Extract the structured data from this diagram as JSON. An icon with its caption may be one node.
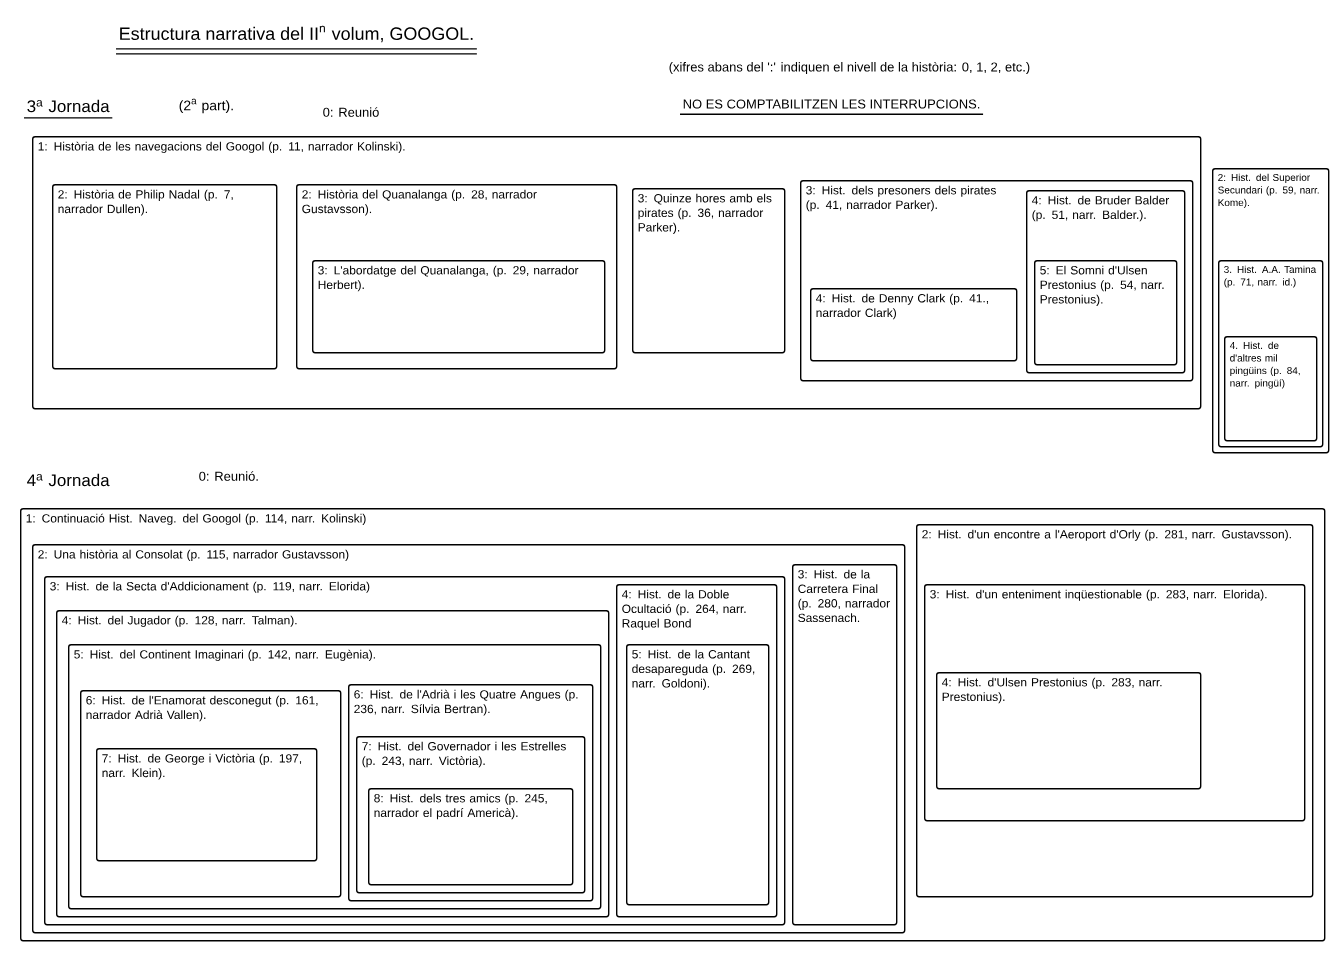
{
  "diagram": {
    "title": "Estructura narrativa del II$^{n}$ volum, GOOGOL.",
    "nodes": [
      {
        "text": [
          "1: Història de les navegacions del Googol (p. 11, narrador Kolinski)."
        ]
      },
      {
        "text": [
          "2: Història de Philip Nadal (p. 7, narrador Dullen)."
        ],
        "in": 0
      },
      {
        "text": [
          "2: Història del Quanalanga (p. 28, narrador Gustavsson)."
        ],
        "in": 0
      },
      {
        "text": [
          "3: L'abordatge del Quanalanga, (p. 29, narrador Herbert)."
        ],
        "in": 2
      },
      {
        "text": [
          "3: Quinze hores amb els pirates (p. 36, narrador Parker)."
        ],
        "in": 0
      },
      {
        "text": [
          "3: Hist. dels presoners dels pirates (p. 41, narrador Parker)."
        ],
        "in": 0
      },
      {
        "text": [
          "4: Hist. de Denny Clark (p. 41., narrador Clark)"
        ],
        "in": 5
      },
      {
        "text": [
          "4: Hist. de Bruder Balder (p. 51, narr. Balder.)."
        ],
        "in": 5
      },
      {
        "text": [
          "5: El Somni d'Ulsen Prestonius (p. 54, narr. Prestonius)."
        ],
        "in": 7
      },
      {
        "text": [
          "2: Hist. del Superior Secundari (p. 59, narr. Kome)."
        ]
      },
      {
        "text": [
          "3. Hist. A.A. Tamina (p. 71, narr. id.)"
        ],
        "in": 9
      },
      {
        "text": [
          "4. Hist. de d'altres mil pingüins (p. 84, narr. pingüí)"
        ],
        "in": 10
      },
      {
        "text": [
          "1: Continuació Hist. Naveg. del Googol (p. 114, narr. Kolinski)"
        ]
      },
      {
        "text": [
          "2: Una història al Consolat (p. 115, narrador Gustavsson)"
        ],
        "in": 12
      },
      {
        "text": [
          "3: Hist. de la Secta d'Addicionament (p. 119, narr. Elorida)"
        ],
        "in": 13
      },
      {
        "text": [
          "4: Hist. del Jugador (p. 128, narr. Talman)."
        ],
        "in": 14
      },
      {
        "text": [
          "5: Hist. del Continent Imaginari (p. 142, narr. Eugènia)."
        ],
        "in": 15
      },
      {
        "text": [
          "6: Hist. de l'Enamorat desconegut (p. 161, narrador Adrià Vallen)."
        ],
        "in": 16
      },
      {
        "text": [
          "7: Hist. de George i Victòria (p. 197, narr. Klein)."
        ],
        "in": 17
      },
      {
        "text": [
          "6: Hist. de l'Adrià i les Quatre Angues (p. 236, narr. Sílvia Bertran)."
        ],
        "in": 16
      },
      {
        "text": [
          "7: Hist. del Governador i les Estrelles (p. 243, narr. Victòria)."
        ],
        "in": 19
      },
      {
        "text": [
          "8: Hist. dels tres amics (p. 245, narrador el padrí Americà)."
        ],
        "in": 20
      },
      {
        "text": [
          "4: Hist. de la Doble Ocultació (p. 264, narr. Raquel Bond"
        ],
        "in": 14
      },
      {
        "text": [
          "5: Hist. de la Cantant desapareguda (p. 269, narr. Goldoni)."
        ],
        "in": 22
      },
      {
        "text": [
          "3: Hist. de la Carretera Final (p. 280, narrador Sassenach."
        ],
        "in": 13
      },
      {
        "text": [
          "2: Hist. d'un encontre a l'Aeroport d'Orly (p. 281, narr. Gustavsson)."
        ],
        "in": 12
      },
      {
        "text": [
          "3: Hist. d'un enteniment inqüestionable (p. 283, narr. Elorida)."
        ],
        "in": 25
      },
      {
        "text": [
          "4: Hist. d'Ulsen Prestonius (p. 283, narr. Prestonius)."
        ],
        "in": 26
      }
    ],
    "labels": [
      "(xifres abans del ':' indiquen el nivell de la història: 0, 1, 2, etc.)",
      "NO ES COMPTABILITZEN LES INTERRUPCIONS.",
      "3$^{a}$ Jornada",
      "(2$^{a}$ part).",
      "0: Reunió",
      "4$^{a}$ Jornada",
      "0: Reunió."
    ]
  }
}
